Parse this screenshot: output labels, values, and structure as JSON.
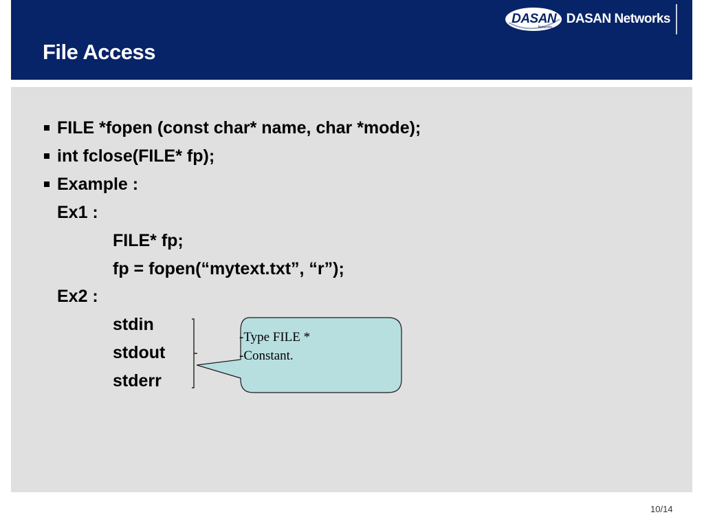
{
  "header": {
    "title": "File Access",
    "logo": {
      "mark_text": "DASAN",
      "mark_subtext": "Networks",
      "name": "DASAN Networks"
    }
  },
  "content": {
    "lines": [
      {
        "text": "FILE *fopen (const char* name, char *mode);",
        "bullet": true,
        "indent": 0
      },
      {
        "text": "int fclose(FILE* fp);",
        "bullet": true,
        "indent": 0
      },
      {
        "text": "Example :",
        "bullet": true,
        "indent": 0
      },
      {
        "text": "Ex1 :",
        "bullet": false,
        "indent": 0
      },
      {
        "text": "FILE* fp;",
        "bullet": false,
        "indent": 1
      },
      {
        "text": "fp = fopen(“mytext.txt”, “r”);",
        "bullet": false,
        "indent": 1
      },
      {
        "text": "Ex2 :",
        "bullet": false,
        "indent": 0
      },
      {
        "text": "stdin",
        "bullet": false,
        "indent": 1
      },
      {
        "text": "stdout",
        "bullet": false,
        "indent": 1
      },
      {
        "text": "stderr",
        "bullet": false,
        "indent": 1
      }
    ],
    "callout": {
      "lines": [
        "-Type FILE *",
        "-Constant."
      ]
    }
  },
  "footer": {
    "page_number": "10/14"
  },
  "colors": {
    "header_background": "#082468",
    "content_background": "#e0e0e0",
    "callout_fill": "#b8dfe0"
  }
}
